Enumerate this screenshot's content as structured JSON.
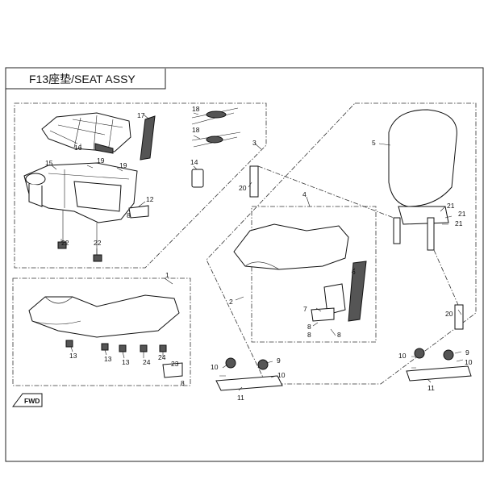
{
  "header": {
    "title": "F13座垫/SEAT ASSY"
  },
  "fwd_badge": "FWD",
  "callouts": {
    "c1": "1",
    "c2": "2",
    "c3": "3",
    "c4": "4",
    "c5": "5",
    "c6": "6",
    "c7": "7",
    "c8a": "8",
    "c8b": "8",
    "c8c": "8",
    "c8d": "8",
    "c8e": "8",
    "c9a": "9",
    "c9b": "9",
    "c10a": "10",
    "c10b": "10",
    "c10c": "10",
    "c10d": "10",
    "c11a": "11",
    "c11b": "11",
    "c12": "12",
    "c13a": "13",
    "c13b": "13",
    "c13c": "13",
    "c14": "14",
    "c15": "15",
    "c16": "16",
    "c17": "17",
    "c18a": "18",
    "c18b": "18",
    "c19a": "19",
    "c19b": "19",
    "c20a": "20",
    "c20b": "20",
    "c21a": "21",
    "c21b": "21",
    "c21c": "21",
    "c22a": "22",
    "c22b": "22",
    "c23": "23",
    "c24a": "24",
    "c24b": "24"
  }
}
